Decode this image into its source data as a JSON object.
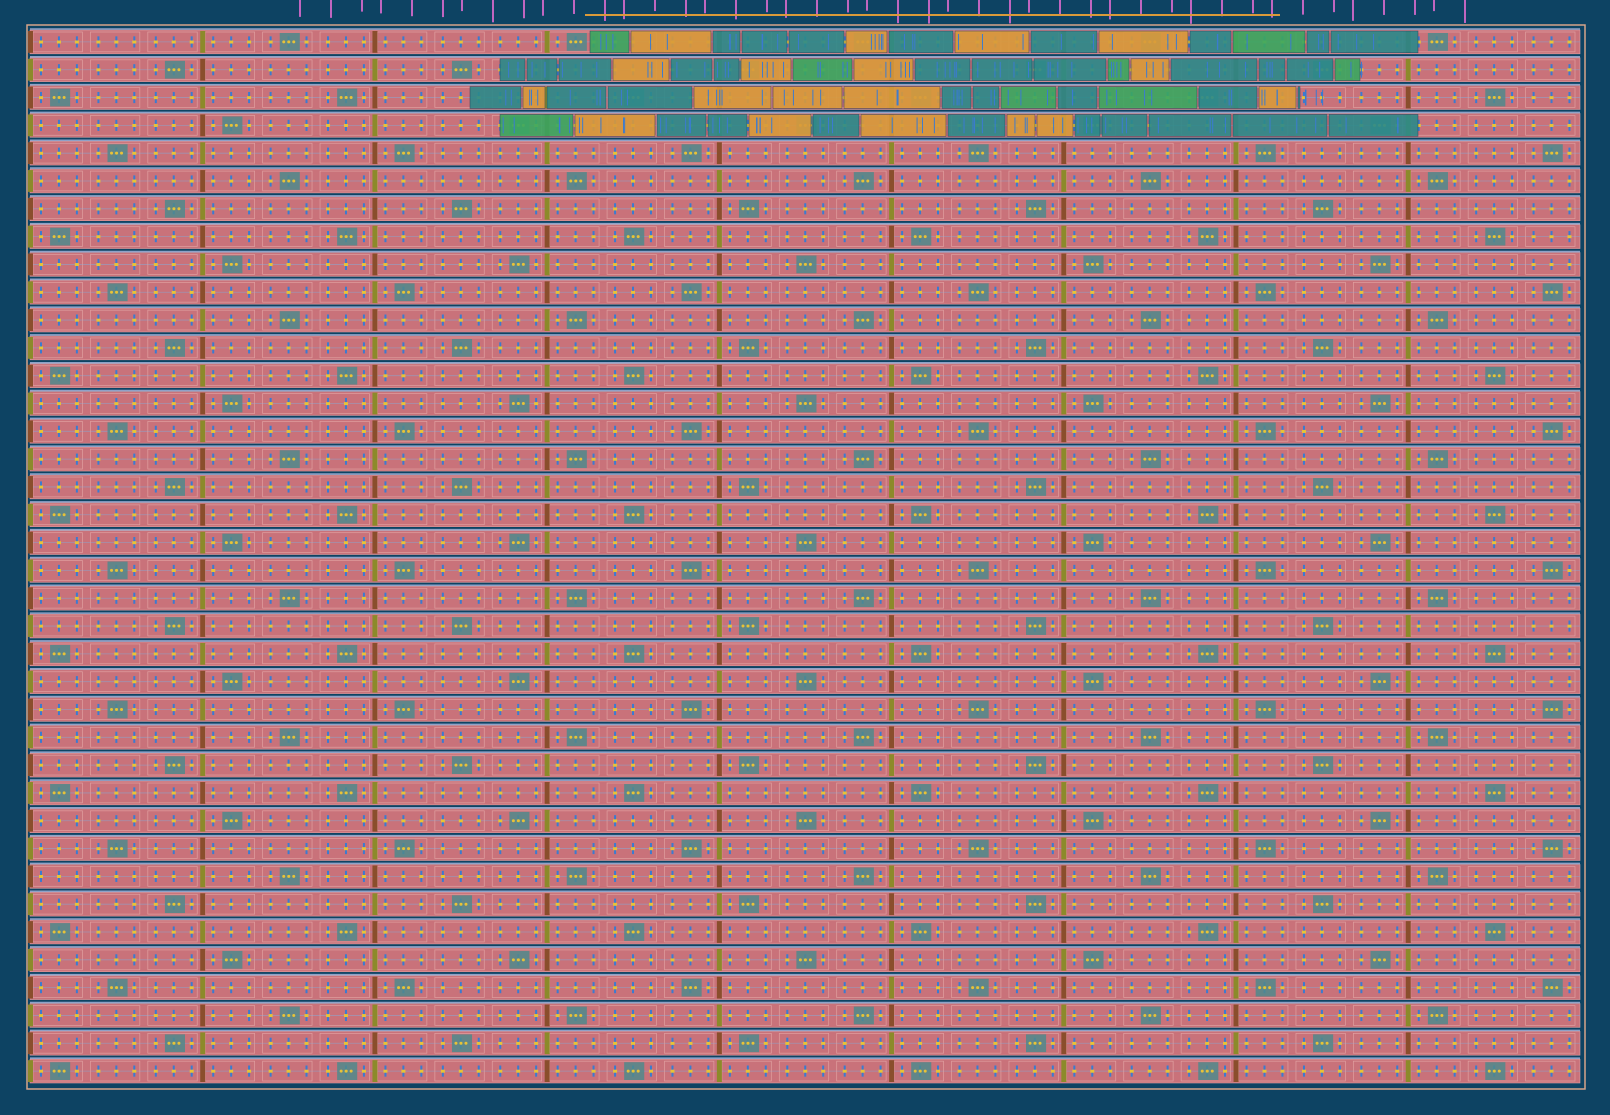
{
  "colors": {
    "background": "#0d4363",
    "die_outline": "#d6a48a",
    "cell_fill": "#c9727a",
    "cell_edge": "#e0a0a0",
    "rail_metal": "#8fa2c8",
    "metal1_blue": "#3b7bd0",
    "contact_yellow": "#e8c238",
    "tap_brown": "#8a4e2c",
    "tap_olive": "#8c8a2a",
    "decap_teal": "#4f8a8c",
    "pin_magenta": "#c066c0",
    "logic_teal": "#2b8a8a",
    "logic_orange": "#d99a3a",
    "logic_green": "#3aa860"
  },
  "layout": {
    "cell_rows": 38,
    "columns_per_row": 27,
    "tap_column_interval": 3,
    "logic_block_rows": 4,
    "top_pin_count": 44
  }
}
